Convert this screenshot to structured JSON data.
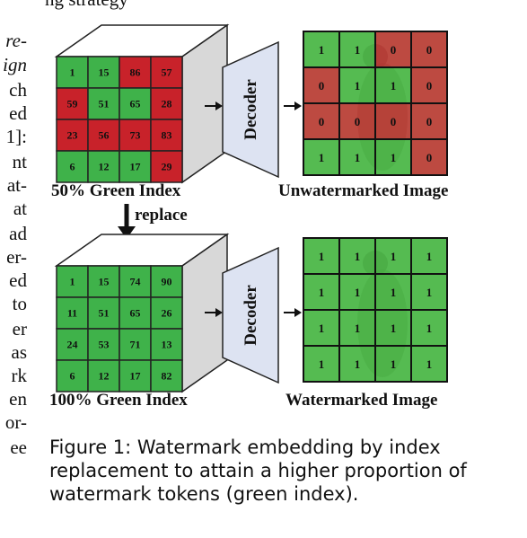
{
  "top_text": "ng strategy",
  "left_column_lines": [
    "re-",
    "ign",
    "ch",
    "ed",
    "1]:",
    "nt",
    "at-",
    "at",
    "ad",
    "er-",
    "ed",
    "to",
    "er",
    "as",
    "rk",
    "en",
    "or-",
    "ee"
  ],
  "top_cube": {
    "label": "50% Green Index",
    "cells": [
      [
        {
          "v": "1",
          "c": "green"
        },
        {
          "v": "15",
          "c": "green"
        },
        {
          "v": "86",
          "c": "red"
        },
        {
          "v": "57",
          "c": "red"
        }
      ],
      [
        {
          "v": "59",
          "c": "red"
        },
        {
          "v": "51",
          "c": "green"
        },
        {
          "v": "65",
          "c": "green"
        },
        {
          "v": "28",
          "c": "red"
        }
      ],
      [
        {
          "v": "23",
          "c": "red"
        },
        {
          "v": "56",
          "c": "red"
        },
        {
          "v": "73",
          "c": "red"
        },
        {
          "v": "83",
          "c": "red"
        }
      ],
      [
        {
          "v": "6",
          "c": "green"
        },
        {
          "v": "12",
          "c": "green"
        },
        {
          "v": "17",
          "c": "green"
        },
        {
          "v": "29",
          "c": "red"
        }
      ]
    ]
  },
  "bottom_cube": {
    "label": "100% Green Index",
    "cells": [
      [
        {
          "v": "1",
          "c": "green"
        },
        {
          "v": "15",
          "c": "green"
        },
        {
          "v": "74",
          "c": "green"
        },
        {
          "v": "90",
          "c": "green"
        }
      ],
      [
        {
          "v": "11",
          "c": "green"
        },
        {
          "v": "51",
          "c": "green"
        },
        {
          "v": "65",
          "c": "green"
        },
        {
          "v": "26",
          "c": "green"
        }
      ],
      [
        {
          "v": "24",
          "c": "green"
        },
        {
          "v": "53",
          "c": "green"
        },
        {
          "v": "71",
          "c": "green"
        },
        {
          "v": "13",
          "c": "green"
        }
      ],
      [
        {
          "v": "6",
          "c": "green"
        },
        {
          "v": "12",
          "c": "green"
        },
        {
          "v": "17",
          "c": "green"
        },
        {
          "v": "82",
          "c": "green"
        }
      ]
    ]
  },
  "replace_label": "replace",
  "decoder_label": "Decoder",
  "top_image": {
    "label": "Unwatermarked Image",
    "cells": [
      [
        {
          "v": "1",
          "c": "green"
        },
        {
          "v": "1",
          "c": "green"
        },
        {
          "v": "0",
          "c": "red"
        },
        {
          "v": "0",
          "c": "red"
        }
      ],
      [
        {
          "v": "0",
          "c": "red"
        },
        {
          "v": "1",
          "c": "green"
        },
        {
          "v": "1",
          "c": "green"
        },
        {
          "v": "0",
          "c": "red"
        }
      ],
      [
        {
          "v": "0",
          "c": "red"
        },
        {
          "v": "0",
          "c": "red"
        },
        {
          "v": "0",
          "c": "red"
        },
        {
          "v": "0",
          "c": "red"
        }
      ],
      [
        {
          "v": "1",
          "c": "green"
        },
        {
          "v": "1",
          "c": "green"
        },
        {
          "v": "1",
          "c": "green"
        },
        {
          "v": "0",
          "c": "red"
        }
      ]
    ]
  },
  "bottom_image": {
    "label": "Watermarked Image",
    "cells": [
      [
        {
          "v": "1",
          "c": "green"
        },
        {
          "v": "1",
          "c": "green"
        },
        {
          "v": "1",
          "c": "green"
        },
        {
          "v": "1",
          "c": "green"
        }
      ],
      [
        {
          "v": "1",
          "c": "green"
        },
        {
          "v": "1",
          "c": "green"
        },
        {
          "v": "1",
          "c": "green"
        },
        {
          "v": "1",
          "c": "green"
        }
      ],
      [
        {
          "v": "1",
          "c": "green"
        },
        {
          "v": "1",
          "c": "green"
        },
        {
          "v": "1",
          "c": "green"
        },
        {
          "v": "1",
          "c": "green"
        }
      ],
      [
        {
          "v": "1",
          "c": "green"
        },
        {
          "v": "1",
          "c": "green"
        },
        {
          "v": "1",
          "c": "green"
        },
        {
          "v": "1",
          "c": "green"
        }
      ]
    ]
  },
  "caption": "Figure 1: Watermark embedding by index replacement to attain a higher proportion of watermark tokens (green index).",
  "colors": {
    "green": "#3fb24a",
    "red": "#c8222a",
    "cube_side": "#d8d8d8",
    "cube_top": "#ffffff",
    "decoder_fill": "#dde3f2",
    "img_green": "#47c243",
    "img_red": "#d7252c"
  }
}
